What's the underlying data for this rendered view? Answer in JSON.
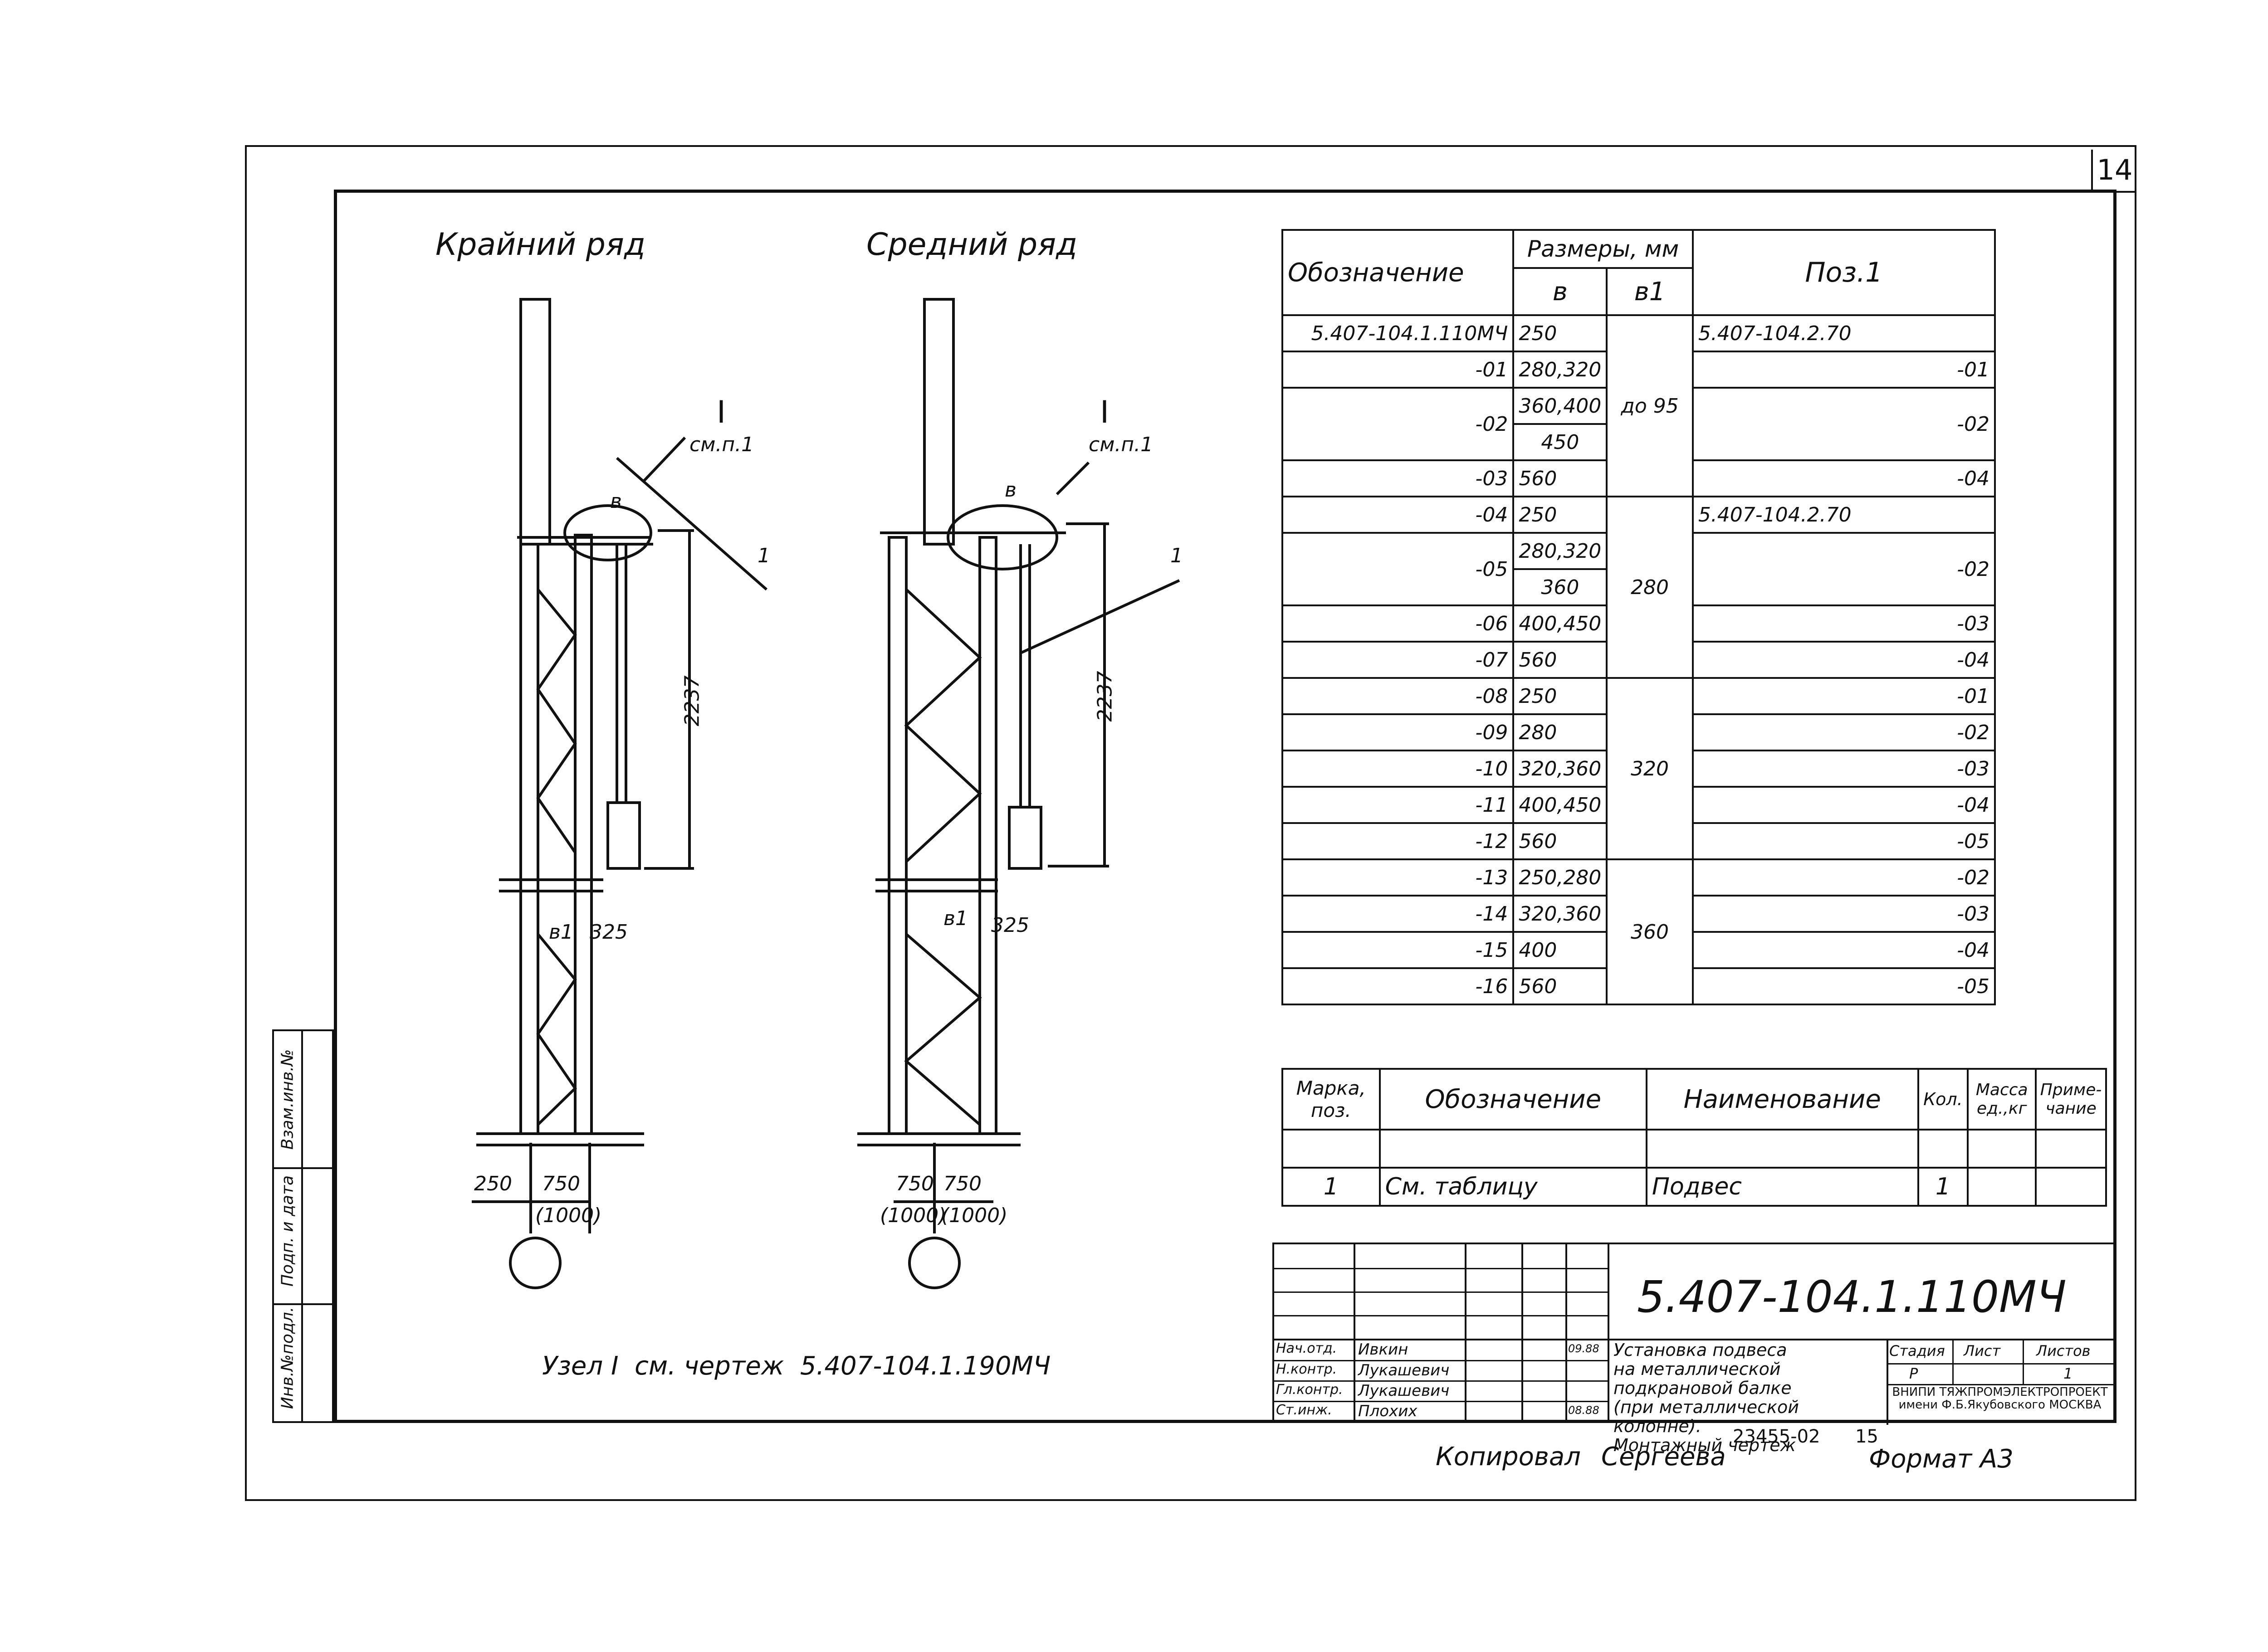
{
  "page_number": "14",
  "views": {
    "left_title": "Крайний ряд",
    "right_title": "Средний ряд"
  },
  "callouts": {
    "node_label": "I",
    "see_note": "см.п.1",
    "b_label": "в",
    "b1_label": "в1",
    "pos_label": "1",
    "height_dim": "2237",
    "offset_dim": "325",
    "left_dims": [
      "250",
      "750",
      "(1000)"
    ],
    "right_dims": [
      "750",
      "750",
      "(1000)",
      "(1000)"
    ]
  },
  "node_note": "Узел I  см. чертеж  5.407-104.1.190МЧ",
  "size_table": {
    "headers": {
      "designation": "Обозначение",
      "sizes": "Размеры, мм",
      "b": "в",
      "b1": "в1",
      "pos": "Поз.1"
    },
    "rows": [
      {
        "des": "5.407-104.1.110МЧ",
        "b": "250",
        "pos": "5.407-104.2.70"
      },
      {
        "des": "-01",
        "b": "280,320",
        "pos": "-01"
      },
      {
        "des": "-02",
        "b": "360,400",
        "pos": "-02"
      },
      {
        "des": "",
        "b": "450",
        "pos": ""
      },
      {
        "des": "-03",
        "b": "560",
        "pos": "-04"
      },
      {
        "des": "-04",
        "b": "250",
        "pos": "5.407-104.2.70"
      },
      {
        "des": "-05",
        "b": "280,320",
        "pos": "-02"
      },
      {
        "des": "",
        "b": "360",
        "pos": ""
      },
      {
        "des": "-06",
        "b": "400,450",
        "pos": "-03"
      },
      {
        "des": "-07",
        "b": "560",
        "pos": "-04"
      },
      {
        "des": "-08",
        "b": "250",
        "pos": "-01"
      },
      {
        "des": "-09",
        "b": "280",
        "pos": "-02"
      },
      {
        "des": "-10",
        "b": "320,360",
        "pos": "-03"
      },
      {
        "des": "-11",
        "b": "400,450",
        "pos": "-04"
      },
      {
        "des": "-12",
        "b": "560",
        "pos": "-05"
      },
      {
        "des": "-13",
        "b": "250,280",
        "pos": "-02"
      },
      {
        "des": "-14",
        "b": "320,360",
        "pos": "-03"
      },
      {
        "des": "-15",
        "b": "400",
        "pos": "-04"
      },
      {
        "des": "-16",
        "b": "560",
        "pos": "-05"
      }
    ],
    "b1_groups": [
      "до 95",
      "280",
      "320",
      "360"
    ]
  },
  "spec_table": {
    "headers": {
      "mark": "Марка, поз.",
      "designation": "Обозначение",
      "name": "Наименование",
      "qty": "Кол.",
      "mass": "Масса ед.,кг",
      "note": "Приме- чание"
    },
    "row": {
      "mark": "1",
      "designation": "См. таблицу",
      "name": "Подвес",
      "qty": "1",
      "mass": "",
      "note": ""
    }
  },
  "title_block": {
    "doc_code": "5.407-104.1.110МЧ",
    "title": "Установка подвеса на металлической подкрановой балке (при металлической колонне). Монтажный чертеж",
    "roles": [
      "Нач.отд.",
      "Н.контр.",
      "Гл.контр.",
      "Ст.инж."
    ],
    "names": [
      "Ивкин",
      "Лукашевич",
      "Лукашевич",
      "Плохих"
    ],
    "dates": [
      "09.88",
      "",
      "08.88",
      ""
    ],
    "stage_label": "Стадия",
    "sheet_label": "Лист",
    "sheets_label": "Листов",
    "stage": "Р",
    "sheet": "",
    "sheets": "1",
    "org": "ВНИПИ ТЯЖПРОМЭЛЕКТРОПРОЕКТ имени Ф.Б.Якубовского МОСКВА"
  },
  "side_stamp": [
    "Инв.№подл.",
    "Подп. и дата",
    "Взам.инв.№"
  ],
  "footer": {
    "copied": "Копировал",
    "copied_name": "Сергеева",
    "number": "23455-02",
    "number2": "15",
    "format": "Формат А3"
  }
}
